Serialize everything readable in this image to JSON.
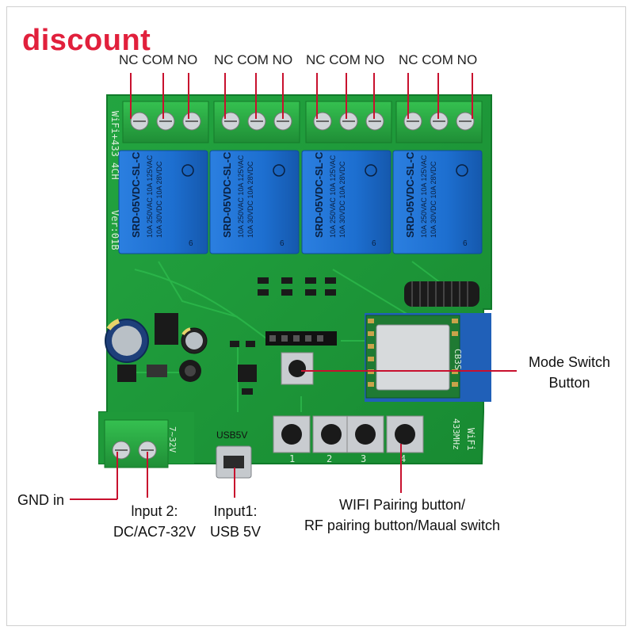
{
  "watermark": "discount",
  "terminal_labels": [
    "NC COM NO",
    "NC COM NO",
    "NC COM NO",
    "NC COM NO"
  ],
  "board": {
    "model_text": "WiFi+433  4CH",
    "version_text": "Ver:01B",
    "relay_model": "SRD-05VDC-SL-C",
    "relay_rating_1": "10A 250VAC 10A 125VAC",
    "relay_rating_2": "10A 30VDC 10A 28VDC",
    "relay_pin": "6",
    "voltage_silk": "7~32V",
    "usb_silk": "USB5V",
    "wifi_silk": "WiFi",
    "rf_silk": "433MHz",
    "module_silk": "CB3S",
    "button_numbers": [
      "1",
      "2",
      "3",
      "4"
    ]
  },
  "callouts": {
    "mode_switch": [
      "Mode Switch",
      "Button"
    ],
    "gnd": "GND in",
    "input2": [
      "lnput 2:",
      "DC/AC7-32V"
    ],
    "input1": [
      "Input1:",
      "USB 5V"
    ],
    "pairing": [
      "WIFI Pairing button/",
      "RF pairing button/Maual switch"
    ]
  },
  "colors": {
    "watermark": "#e1203c",
    "pcb": "#1f9a3a",
    "relay": "#1d6fd0",
    "terminal": "#2aa845",
    "callout_line": "#c8102e"
  }
}
